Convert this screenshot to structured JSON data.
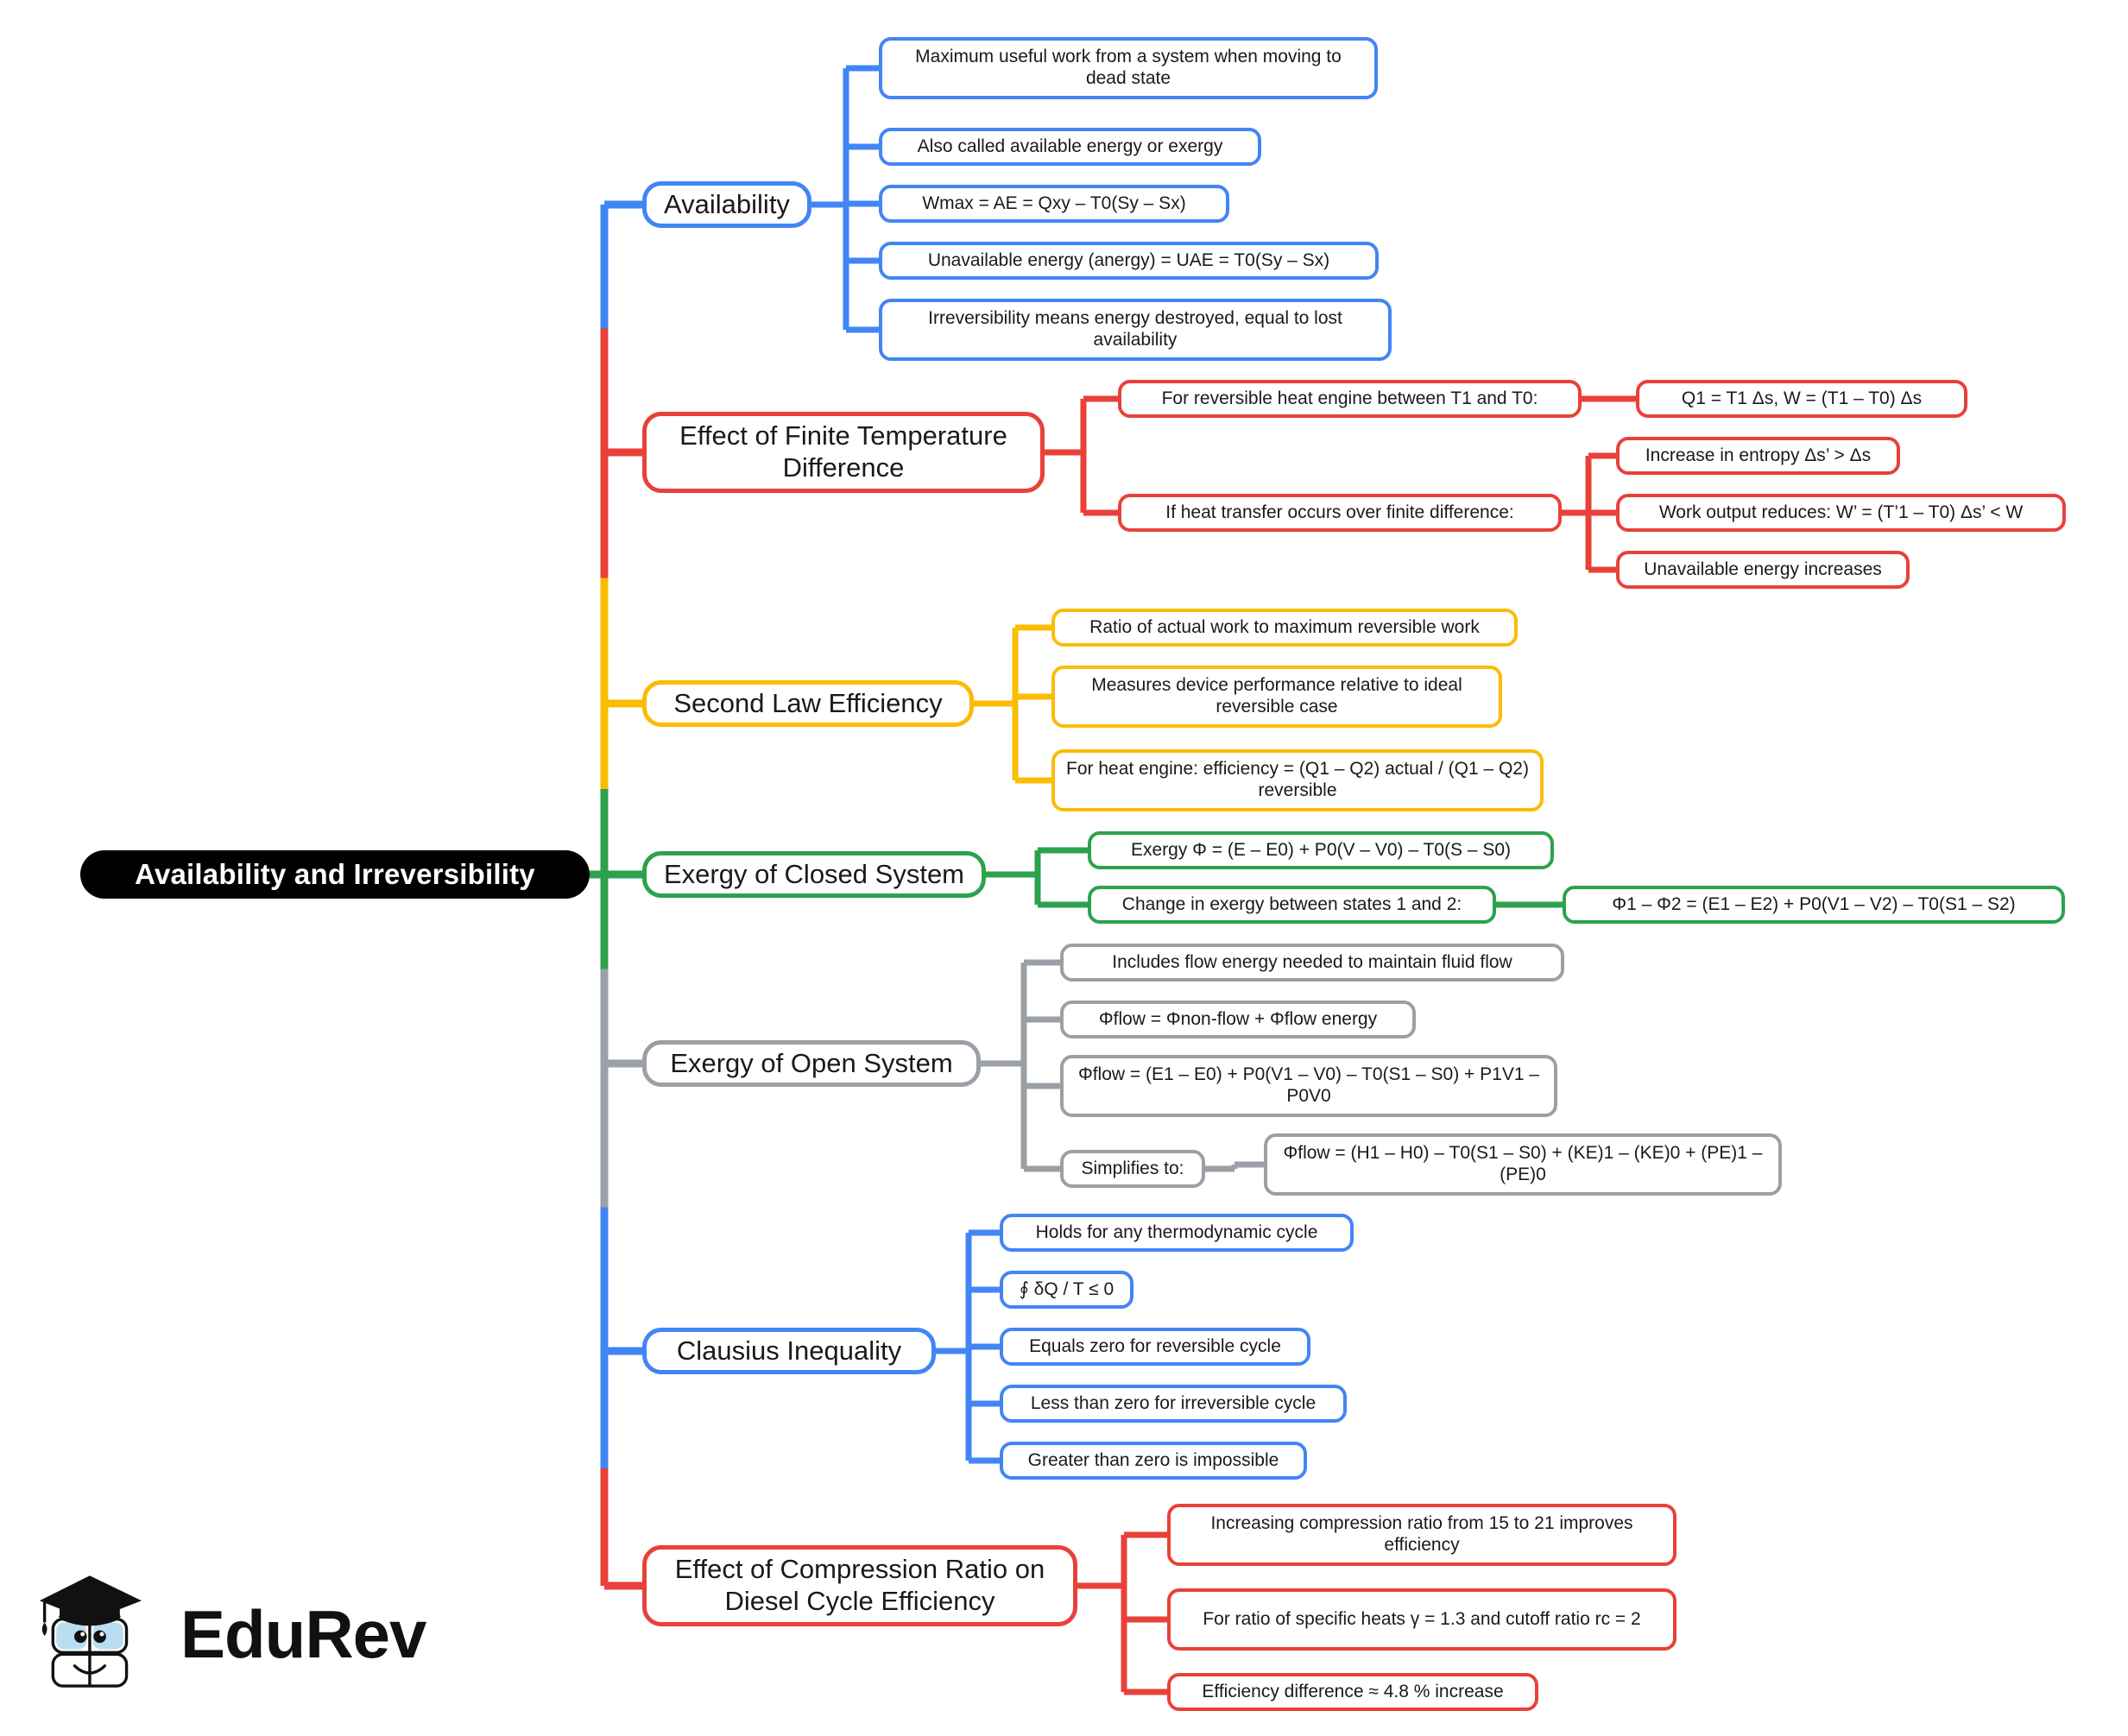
{
  "root": {
    "label": "Availability and Irreversibility",
    "color": "#000000"
  },
  "palette": {
    "blue": "#4285F4",
    "red": "#E8413A",
    "yellow": "#FBBC05",
    "green": "#2CA24C",
    "gray": "#9AA0A6"
  },
  "logo": {
    "word": "EduRev",
    "mark": "graduation-cap-mascot-icon"
  },
  "branches": [
    {
      "label": "Availability",
      "color": "blue",
      "children": [
        {
          "label": "Maximum useful work from a system when moving to dead state"
        },
        {
          "label": "Also called available energy or exergy"
        },
        {
          "label": "Wmax = AE = Qxy – T0(Sy – Sx)"
        },
        {
          "label": "Unavailable energy (anergy) = UAE = T0(Sy – Sx)"
        },
        {
          "label": "Irreversibility means energy destroyed, equal to lost availability"
        }
      ]
    },
    {
      "label": "Effect of Finite Temperature Difference",
      "color": "red",
      "children": [
        {
          "label": "For reversible heat engine between T1 and T0:",
          "children": [
            {
              "label": "Q1 = T1 Δs, W = (T1 – T0) Δs"
            }
          ]
        },
        {
          "label": "If heat transfer occurs over finite difference:",
          "children": [
            {
              "label": "Increase in entropy Δs’ > Δs"
            },
            {
              "label": "Work output reduces: W’ = (T’1 – T0) Δs’ < W"
            },
            {
              "label": "Unavailable energy increases"
            }
          ]
        }
      ]
    },
    {
      "label": "Second Law Efficiency",
      "color": "yellow",
      "children": [
        {
          "label": "Ratio of actual work to maximum reversible work"
        },
        {
          "label": "Measures device performance relative to ideal reversible case"
        },
        {
          "label": "For heat engine: efficiency = (Q1 – Q2) actual / (Q1 – Q2) reversible"
        }
      ]
    },
    {
      "label": "Exergy of Closed System",
      "color": "green",
      "children": [
        {
          "label": "Exergy Φ = (E – E0) + P0(V – V0) – T0(S – S0)"
        },
        {
          "label": "Change in exergy between states 1 and 2:",
          "children": [
            {
              "label": "Φ1 – Φ2 = (E1 – E2) + P0(V1 – V2) – T0(S1 – S2)"
            }
          ]
        }
      ]
    },
    {
      "label": "Exergy of Open System",
      "color": "gray",
      "children": [
        {
          "label": "Includes flow energy needed to maintain fluid flow"
        },
        {
          "label": "Φflow = Φnon-flow + Φflow energy"
        },
        {
          "label": "Φflow = (E1 – E0) + P0(V1 – V0) – T0(S1 – S0) + P1V1 – P0V0"
        },
        {
          "label": "Simplifies to:",
          "children": [
            {
              "label": "Φflow = (H1 – H0) – T0(S1 – S0) + (KE)1 – (KE)0 + (PE)1 – (PE)0"
            }
          ]
        }
      ]
    },
    {
      "label": "Clausius Inequality",
      "color": "blue",
      "children": [
        {
          "label": "Holds for any thermodynamic cycle"
        },
        {
          "label": "∮ δQ / T ≤ 0"
        },
        {
          "label": "Equals zero for reversible cycle"
        },
        {
          "label": "Less than zero for irreversible cycle"
        },
        {
          "label": "Greater than zero is impossible"
        }
      ]
    },
    {
      "label": "Effect of Compression Ratio on Diesel Cycle Efficiency",
      "color": "red",
      "children": [
        {
          "label": "Increasing compression ratio from 15 to 21 improves efficiency"
        },
        {
          "label": "For ratio of specific heats γ = 1.3 and cutoff ratio rc = 2"
        },
        {
          "label": "Efficiency difference ≈ 4.8 % increase"
        }
      ]
    }
  ]
}
